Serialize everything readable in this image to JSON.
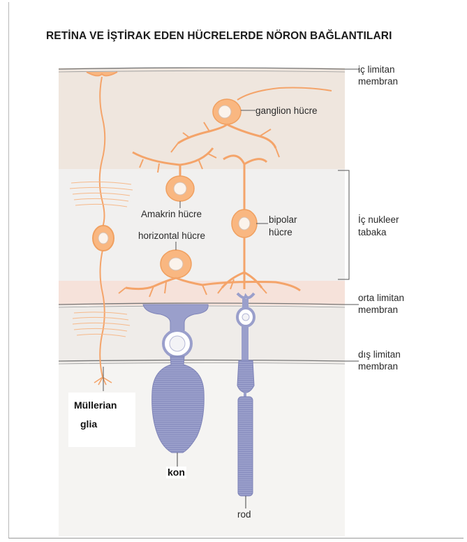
{
  "title": "RETİNA VE İŞTİRAK EDEN HÜCRELERDE NÖRON BAĞLANTILARI",
  "labels": {
    "ic_limitan_1": "iç limitan",
    "ic_limitan_2": "membran",
    "ganglion": "ganglion hücre",
    "amakrin": "Amakrin hücre",
    "horizontal": "horizontal hücre",
    "bipolar_1": "bipolar",
    "bipolar_2": "hücre",
    "ic_nukleer_1": "İç nukleer",
    "ic_nukleer_2": "tabaka",
    "orta_limitan_1": "orta limitan",
    "orta_limitan_2": "membran",
    "dis_limitan_1": "dış limitan",
    "dis_limitan_2": "membran",
    "mullerian_1": "Müllerian",
    "mullerian_2": "glia",
    "kon": "kon",
    "rod": "rod"
  },
  "colors": {
    "cell_orange": "#f9b781",
    "cell_stroke": "#f0a060",
    "photoreceptor": "#9a9fcb",
    "photoreceptor_dark": "#7f84b8",
    "band_pink": "#f5e8e0",
    "band_grey": "#f1efee",
    "band_cream": "#efeae6"
  }
}
